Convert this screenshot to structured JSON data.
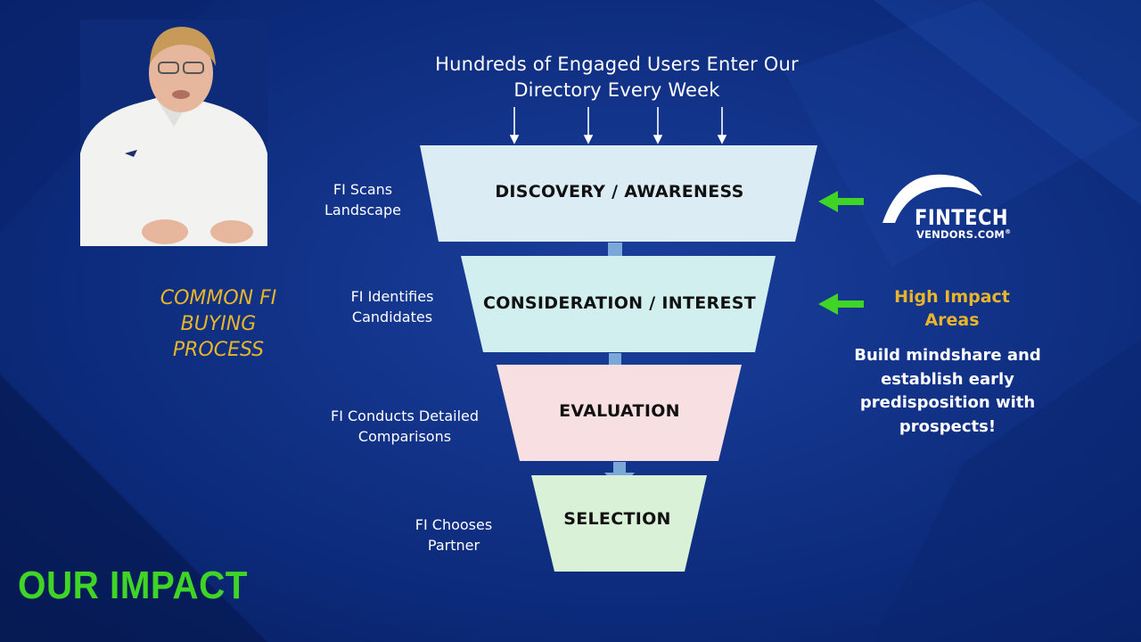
{
  "header": {
    "line1": "Hundreds of Engaged Users Enter Our",
    "line2": "Directory Every Week"
  },
  "funnel": {
    "stages": [
      {
        "title": "DISCOVERY / AWARENESS",
        "label_line1": "FI Scans",
        "label_line2": "Landscape",
        "color": "#dcecf5"
      },
      {
        "title": "CONSIDERATION / INTEREST",
        "label_line1": "FI Identifies",
        "label_line2": "Candidates",
        "color": "#d2eff0"
      },
      {
        "title": "EVALUATION",
        "label_line1": "FI Conducts Detailed",
        "label_line2": "Comparisons",
        "color": "#f7dfe2"
      },
      {
        "title": "SELECTION",
        "label_line1": "FI Chooses",
        "label_line2": "Partner",
        "color": "#d9f1d6"
      }
    ]
  },
  "process_label": {
    "line1": "COMMON FI",
    "line2": "BUYING",
    "line3": "PROCESS"
  },
  "impact": {
    "title_line1": "High Impact",
    "title_line2": "Areas",
    "body_line1": "Build mindshare and",
    "body_line2": "establish early",
    "body_line3": "predisposition with",
    "body_line4": "prospects!"
  },
  "logo": {
    "name": "FINTECH",
    "sub": "VENDORS.COM",
    "mark": "®"
  },
  "footer": {
    "title": "OUR IMPACT"
  },
  "colors": {
    "background": "#0a2470",
    "accent_gold": "#e8b52a",
    "accent_green": "#3fd426",
    "connector_arrow": "#7aa8d8"
  },
  "icons": {
    "down_arrows": "arrow-down-icon",
    "green_arrows": "arrow-left-icon",
    "logo_swoosh": "swoosh-icon"
  }
}
